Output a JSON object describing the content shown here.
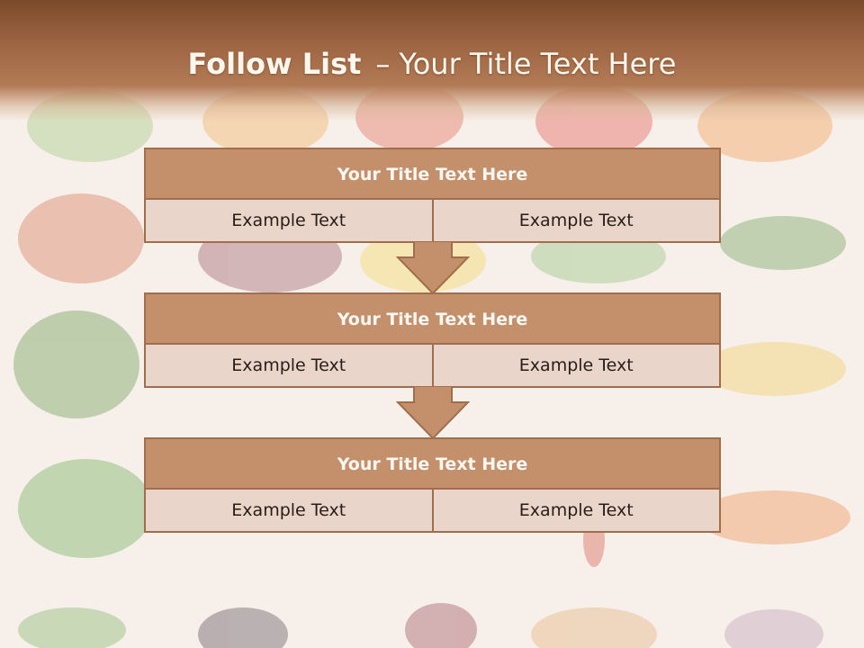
{
  "slide": {
    "title_bold": "Follow List",
    "title_dash": "–",
    "title_rest": "Your Title Text Here"
  },
  "steps": [
    {
      "title": "Your Title Text Here",
      "left": "Example Text",
      "right": "Example Text"
    },
    {
      "title": "Your Title Text Here",
      "left": "Example Text",
      "right": "Example Text"
    },
    {
      "title": "Your Title Text Here",
      "left": "Example Text",
      "right": "Example Text"
    }
  ],
  "colors": {
    "header": "#9c6440",
    "box_title": "#c4906c",
    "box_row": "#e9d5c9",
    "border": "#a06e4c",
    "arrow": "#c4906c"
  }
}
